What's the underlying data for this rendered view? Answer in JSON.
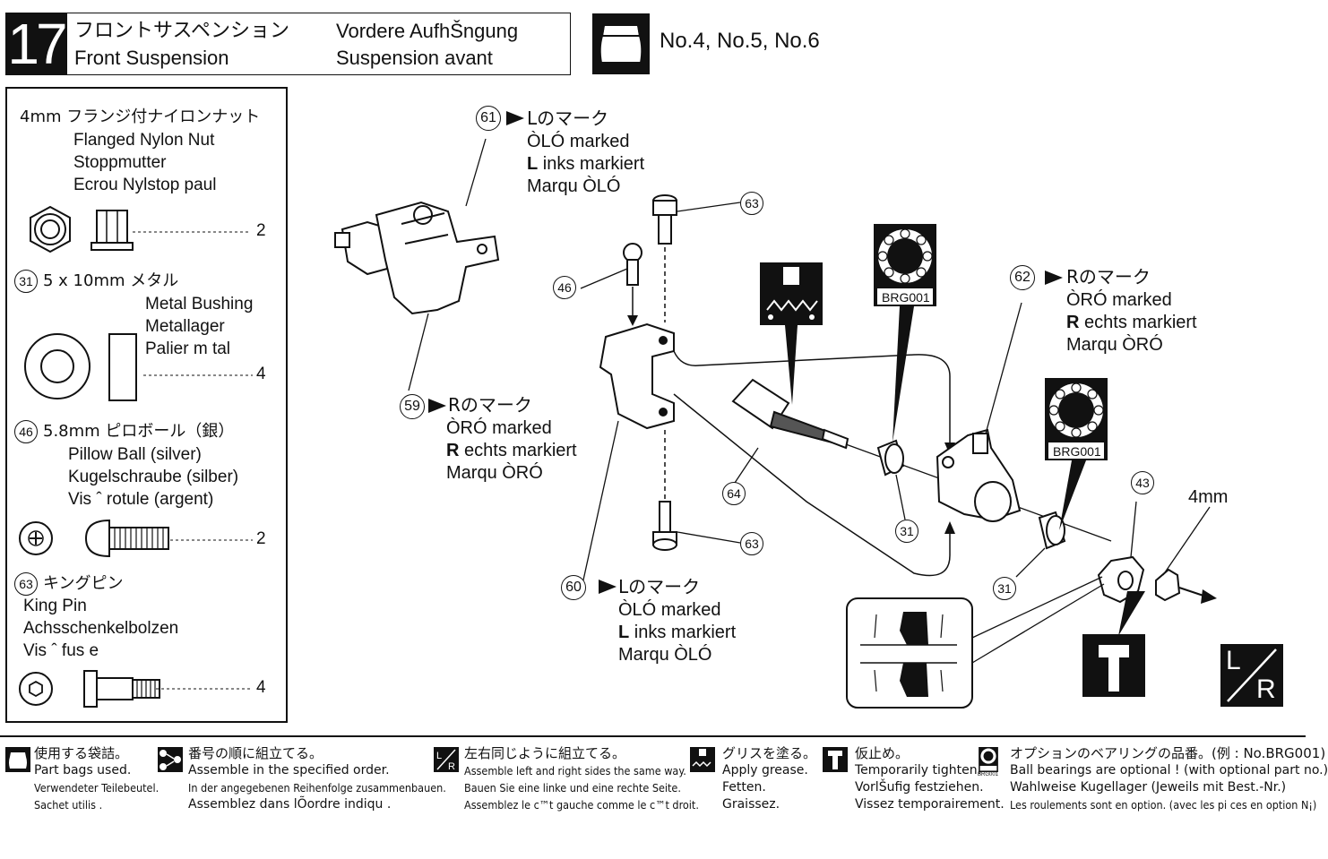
{
  "header": {
    "step": "17",
    "title_ja": "フロントサスペンション",
    "title_en": "Front Suspension",
    "title_de": "Vordere AufhŠngung",
    "title_fr": "Suspension avant",
    "bag_icon": "bag-icon",
    "parts_ref": "No.4, No.5, No.6"
  },
  "parts": [
    {
      "lines": [
        "4mm  フランジ付ナイロンナット",
        "Flanged Nylon Nut",
        "Stoppmutter",
        "Ecrou Nylstop  paul"
      ],
      "qty": "2"
    },
    {
      "num": "31",
      "lines": [
        "5 x 10mm  メタル",
        "Metal Bushing",
        "Metallager",
        "Palier m tal"
      ],
      "qty": "4"
    },
    {
      "num": "46",
      "lines": [
        "5.8mm  ピロボール（銀）",
        "Pillow Ball (silver)",
        "Kugelschraube (silber)",
        "Vis ˆ rotule (argent)"
      ],
      "qty": "2"
    },
    {
      "num": "63",
      "lines": [
        "キングピン",
        "King Pin",
        "Achsschenkelbolzen",
        "Vis ˆ fus e"
      ],
      "qty": "4"
    }
  ],
  "callouts": {
    "c61": {
      "num": "61",
      "lines": [
        "Lのマーク",
        "ÒLÓ marked",
        "inks markiert",
        "Marqu  ÒLÓ"
      ],
      "bold": "L"
    },
    "c59": {
      "num": "59",
      "lines": [
        "Rのマーク",
        "ÒRÓ marked",
        "echts markiert",
        "Marqu  ÒRÓ"
      ],
      "bold": "R"
    },
    "c62": {
      "num": "62",
      "lines": [
        "Rのマーク",
        "ÒRÓ marked",
        "echts markiert",
        "Marqu  ÒRÓ"
      ],
      "bold": "R"
    },
    "c60": {
      "num": "60",
      "lines": [
        "Lのマーク",
        "ÒLÓ marked",
        "inks markiert",
        "Marqu  ÒLÓ"
      ],
      "bold": "L"
    },
    "n46": "46",
    "n63a": "63",
    "n63b": "63",
    "n64": "64",
    "n31a": "31",
    "n31b": "31",
    "n43": "43",
    "bearing1": "BRG001",
    "bearing2": "BRG001",
    "size": "4mm"
  },
  "lr_mark": {
    "l": "L",
    "r": "R"
  },
  "legend": [
    {
      "icon": "bag-icon",
      "lines": [
        "使用する袋詰。",
        "Part bags used.",
        "Verwendeter Teilebeutel.",
        "Sachet utilis ."
      ]
    },
    {
      "icon": "order-icon",
      "lines": [
        "番号の順に組立てる。",
        "Assemble in the specified order.",
        "In der angegebenen Reihenfolge zusammenbauen.",
        "Assemblez dans lÕordre indiqu ."
      ]
    },
    {
      "icon": "lr-icon",
      "lines": [
        "左右同じように組立てる。",
        "Assemble left and right sides the same way.",
        "Bauen Sie eine linke und eine rechte Seite.",
        "Assemblez le c™t  gauche comme le c™t  droit."
      ]
    },
    {
      "icon": "grease-icon",
      "lines": [
        "グリスを塗る。",
        "Apply grease.",
        "Fetten.",
        "Graissez."
      ]
    },
    {
      "icon": "screw-icon",
      "lines": [
        "仮止め。",
        "Temporarily tighten.",
        "VorlŠufig festziehen.",
        "Vissez temporairement."
      ]
    },
    {
      "icon": "bearing-icon",
      "icon_label": "BRG001",
      "lines": [
        "オプションのベアリングの品番。(例 : No.BRG001)",
        "Ball bearings are optional ! (with optional part no.)",
        "Wahlweise Kugellager (Jeweils mit Best.-Nr.)",
        "Les roulements sont en option. (avec les pi ces en option N¡)"
      ]
    }
  ]
}
